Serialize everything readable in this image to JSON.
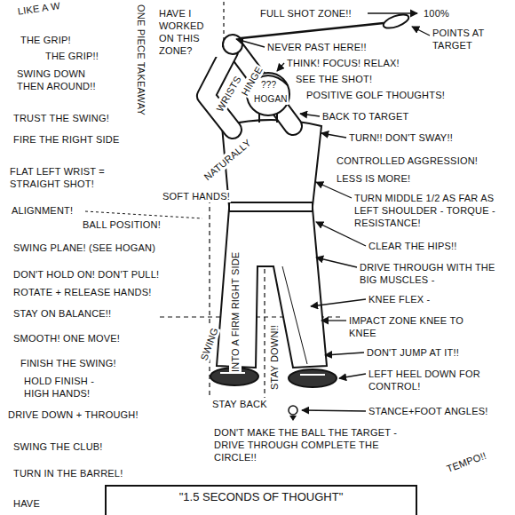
{
  "diagram": {
    "nodes": [
      {
        "text": [
          "\"1.5 SECONDS OF THOUGHT\""
        ]
      }
    ],
    "labels": [
      "LIKE A W",
      "THE GRIP!",
      "THE GRIP!!",
      "SWING DOWN THEN AROUND!!",
      "TRUST THE SWING!",
      "FIRE THE RIGHT SIDE",
      "FLAT LEFT WRIST = STRAIGHT SHOT!",
      "ALIGNMENT!",
      "BALL POSITION!",
      "SWING PLANE! (SEE HOGAN)",
      "DON'T HOLD ON! DON'T PULL!",
      "ROTATE + RELEASE HANDS!",
      "STAY ON BALANCE!!",
      "SMOOTH! ONE MOVE!",
      "FINISH THE SWING!",
      "HOLD FINISH - HIGH HANDS!",
      "DRIVE DOWN + THROUGH!",
      "SWING THE CLUB!",
      "TURN IN THE BARREL!",
      "HAVE",
      "ONE PIECE TAKEAWAY",
      "HAVE I WORKED ON THIS ZONE?",
      "FULL SHOT ZONE!!",
      "100%",
      "NEVER PAST HERE!!",
      "POINTS AT TARGET",
      "THINK! FOCUS! RELAX!",
      "SEE THE SHOT!",
      "POSITIVE GOLF THOUGHTS!",
      "BACK TO TARGET",
      "TURN!! DON'T SWAY!!",
      "CONTROLLED AGGRESSION!",
      "LESS IS MORE!",
      "TURN MIDDLE 1/2 AS FAR AS LEFT SHOULDER - TORQUE - RESISTANCE!",
      "CLEAR THE HIPS!!",
      "DRIVE THROUGH WITH THE BIG MUSCLES -",
      "KNEE FLEX -",
      "IMPACT ZONE KNEE TO KNEE",
      "DON'T JUMP AT IT!!",
      "LEFT HEEL DOWN FOR CONTROL!",
      "STANCE+FOOT ANGLES!",
      "DON'T MAKE THE BALL THE TARGET - DRIVE THROUGH COMPLETE THE CIRCLE!!",
      "TEMPO!!",
      "???",
      "HOGAN",
      "HINGE",
      "WRISTS",
      "NATURALLY",
      "SOFT HANDS!",
      "INTO A FIRM RIGHT SIDE",
      "STAY DOWN!!",
      "SWING",
      "STAY BACK"
    ]
  }
}
